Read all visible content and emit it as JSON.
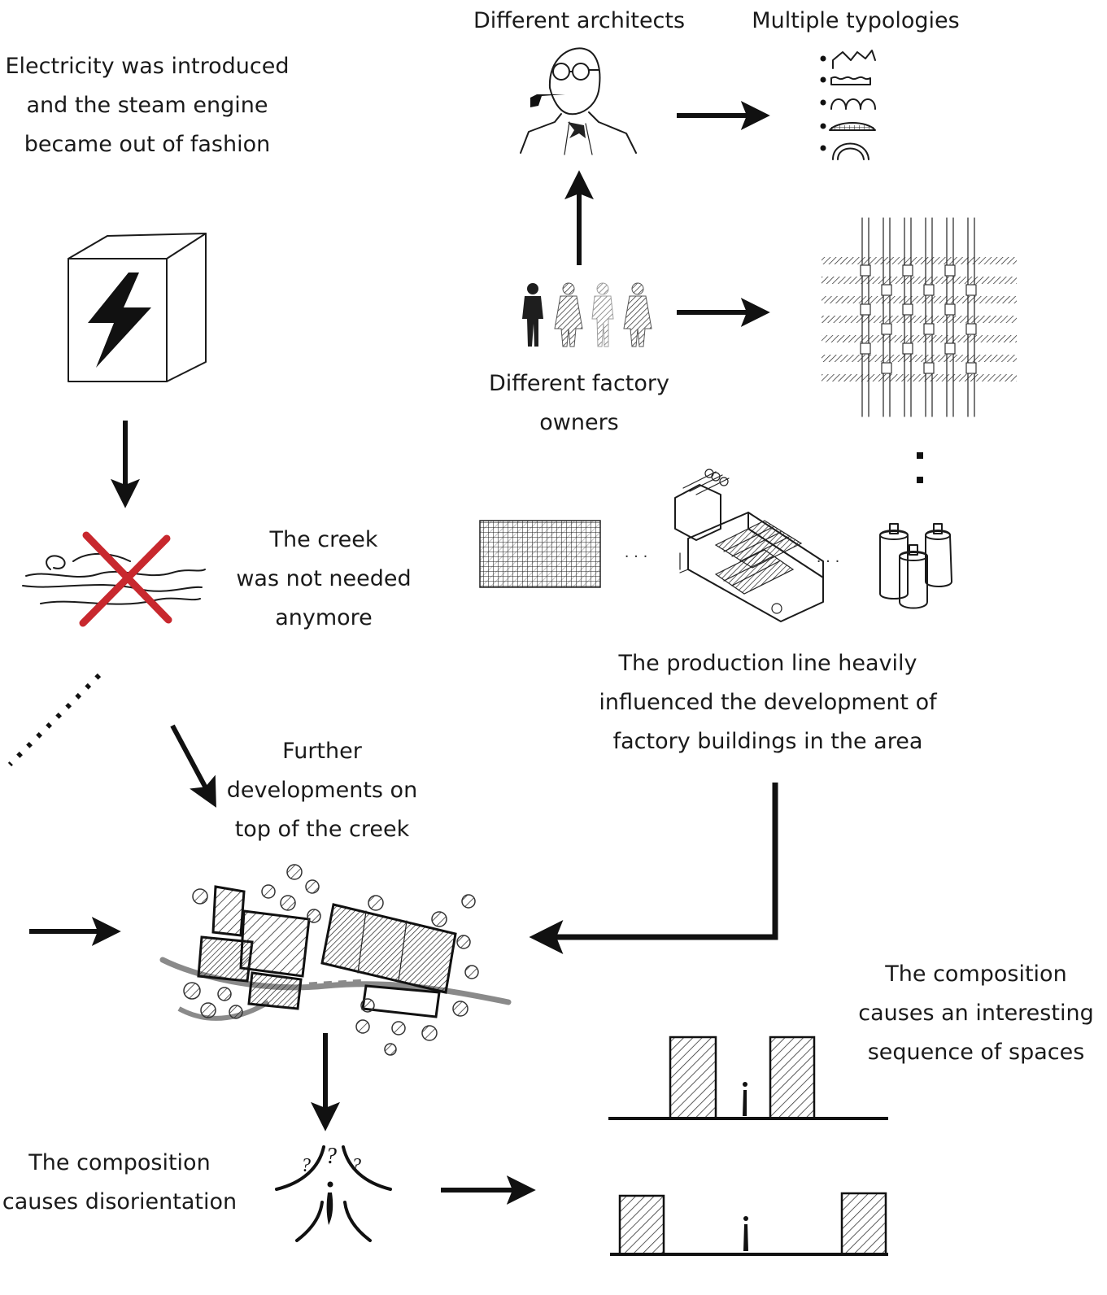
{
  "labels": {
    "electricity": [
      "Electricity was introduced",
      "and the steam engine",
      "became out of fashion"
    ],
    "architects": "Different architects",
    "typologies": "Multiple typologies",
    "owners": [
      "Different factory",
      "owners"
    ],
    "creek": [
      "The creek",
      "was not needed",
      "anymore"
    ],
    "production": [
      "The production line heavily",
      "influenced the development of",
      "factory buildings in the area"
    ],
    "further": [
      "Further",
      "developments on",
      "top of the creek"
    ],
    "sequence": [
      "The composition",
      "causes an interesting",
      "sequence of spaces"
    ],
    "disorientation": [
      "The composition",
      "causes disorientation"
    ]
  },
  "colors": {
    "ink": "#1b1b1b",
    "cross": "#c8282e",
    "hatch": "#333333",
    "river": "#8a8a8a"
  },
  "icons": [
    "lightning-cube-icon",
    "crossed-creek-icon",
    "architect-portrait-icon",
    "typology-roofs-icon",
    "factory-owners-icon",
    "woven-fabric-icon",
    "fabric-swatch-icon",
    "loom-machine-icon",
    "yarn-spools-icon",
    "site-plan-icon",
    "disorientation-icon",
    "spaces-sequence-icon"
  ]
}
